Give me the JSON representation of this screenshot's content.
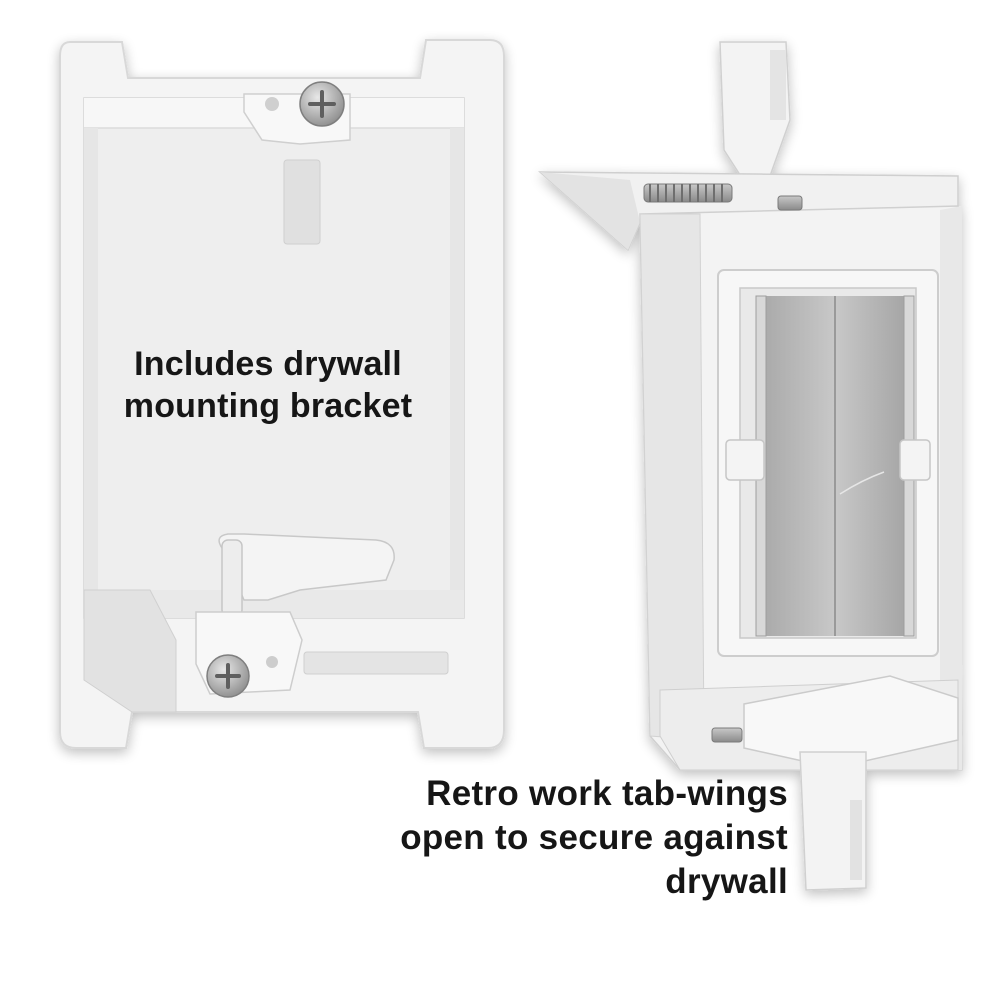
{
  "captions": {
    "left": {
      "line1": "Includes drywall",
      "line2": "mounting bracket"
    },
    "right": {
      "line1": "Retro work tab-wings",
      "line2": "open to secure against",
      "line3": "drywall"
    }
  },
  "colors": {
    "background": "#ffffff",
    "text": "#161616",
    "plastic": "#f2f2f2",
    "brush": "#b9b9b9",
    "metal": "#9a9a9a"
  },
  "icons": {
    "left_product": "electrical-box-front-icon",
    "right_product": "electrical-box-open-wings-icon"
  }
}
